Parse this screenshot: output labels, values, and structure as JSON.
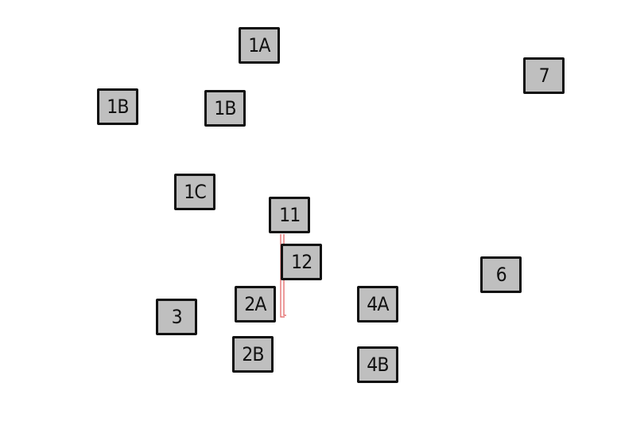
{
  "nodes": {
    "n1a": {
      "label": "1A"
    },
    "n1bl": {
      "label": "1B"
    },
    "n1br": {
      "label": "1B"
    },
    "n1c": {
      "label": "1C"
    },
    "n11": {
      "label": "11"
    },
    "n12": {
      "label": "12"
    },
    "n2a": {
      "label": "2A"
    },
    "n2b": {
      "label": "2B"
    },
    "n3": {
      "label": "3"
    },
    "n4a": {
      "label": "4A"
    },
    "n4b": {
      "label": "4B"
    },
    "n6": {
      "label": "6"
    },
    "n7": {
      "label": "7"
    }
  },
  "colors": {
    "node_fill": "#bfbfbf",
    "node_border": "#111111",
    "connector": "#e05a5a",
    "background": "#ffffff"
  }
}
